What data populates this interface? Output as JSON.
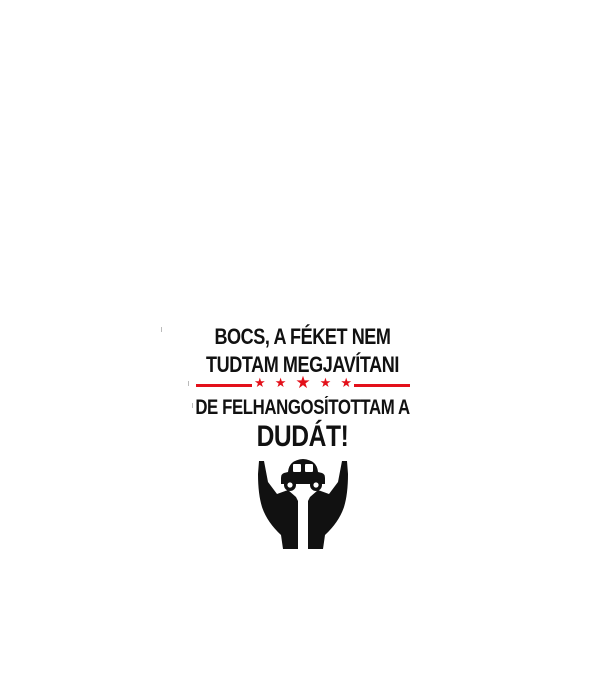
{
  "design": {
    "lines": [
      "BOCS, A FÉKET NEM",
      "TUDTAM MEGJAVÍTANI",
      "DE FELHANGOSÍTOTTAM A",
      "DUDÁT!"
    ],
    "divider_stars": 5,
    "emblem_icon": "hands-holding-car-icon"
  },
  "colors": {
    "text": "#111111",
    "accent": "#e3101a",
    "background": "#ffffff"
  }
}
